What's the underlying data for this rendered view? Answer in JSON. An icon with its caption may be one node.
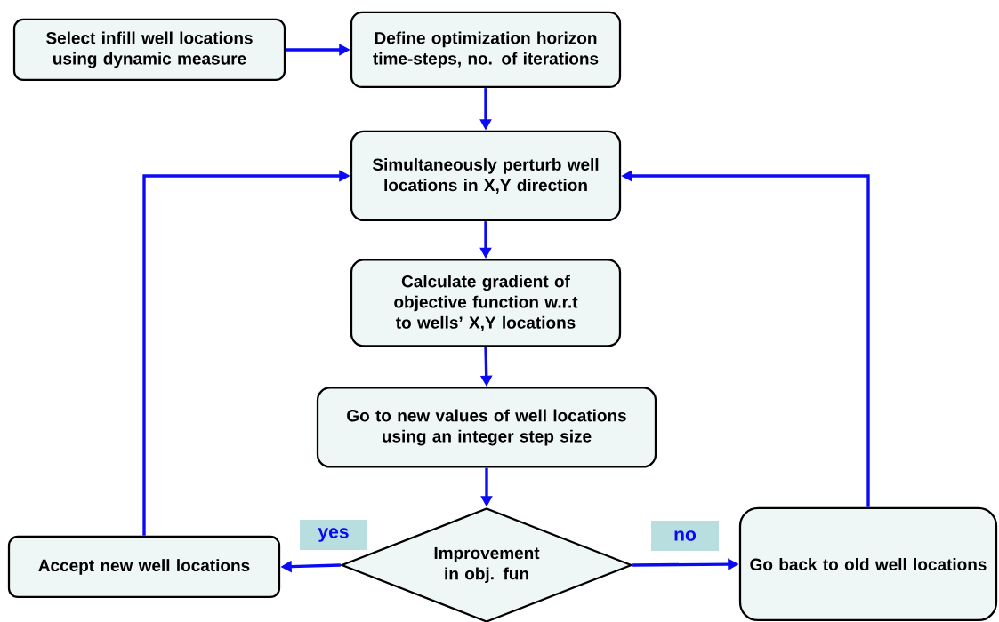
{
  "diagram": {
    "nodes": [
      {
        "text": [
          "Select infill well locations using dynamic measure"
        ]
      },
      {
        "text": [
          "Define optimization horizon time-steps, no. of iterations"
        ]
      },
      {
        "text": [
          "Simultaneously perturb well locations in X,Y direction"
        ]
      },
      {
        "text": [
          "Calculate gradient of objective function w.r.t to wells’ X,Y locations"
        ]
      },
      {
        "text": [
          "Go to  new values of well locations using an integer step size"
        ]
      },
      {
        "text": [
          "Improvement in obj. fun"
        ]
      },
      {
        "text": [
          "Accept new well locations"
        ]
      },
      {
        "text": [
          "Go back to old well locations"
        ]
      }
    ],
    "edges": [
      {
        "from": 0,
        "to": 1,
        "arrow": "to"
      },
      {
        "from": 1,
        "to": 2,
        "arrow": "to"
      },
      {
        "from": 2,
        "to": 3,
        "arrow": "to"
      },
      {
        "from": 3,
        "to": 4,
        "arrow": "to"
      },
      {
        "from": 4,
        "to": 5,
        "arrow": "to"
      },
      {
        "from": 5,
        "to": 6,
        "arrow": "to",
        "label": "yes"
      },
      {
        "from": 5,
        "to": 7,
        "arrow": "to",
        "label": "no"
      },
      {
        "from": 6,
        "to": 2,
        "arrow": "to"
      },
      {
        "from": 7,
        "to": 2,
        "arrow": "to"
      }
    ]
  }
}
